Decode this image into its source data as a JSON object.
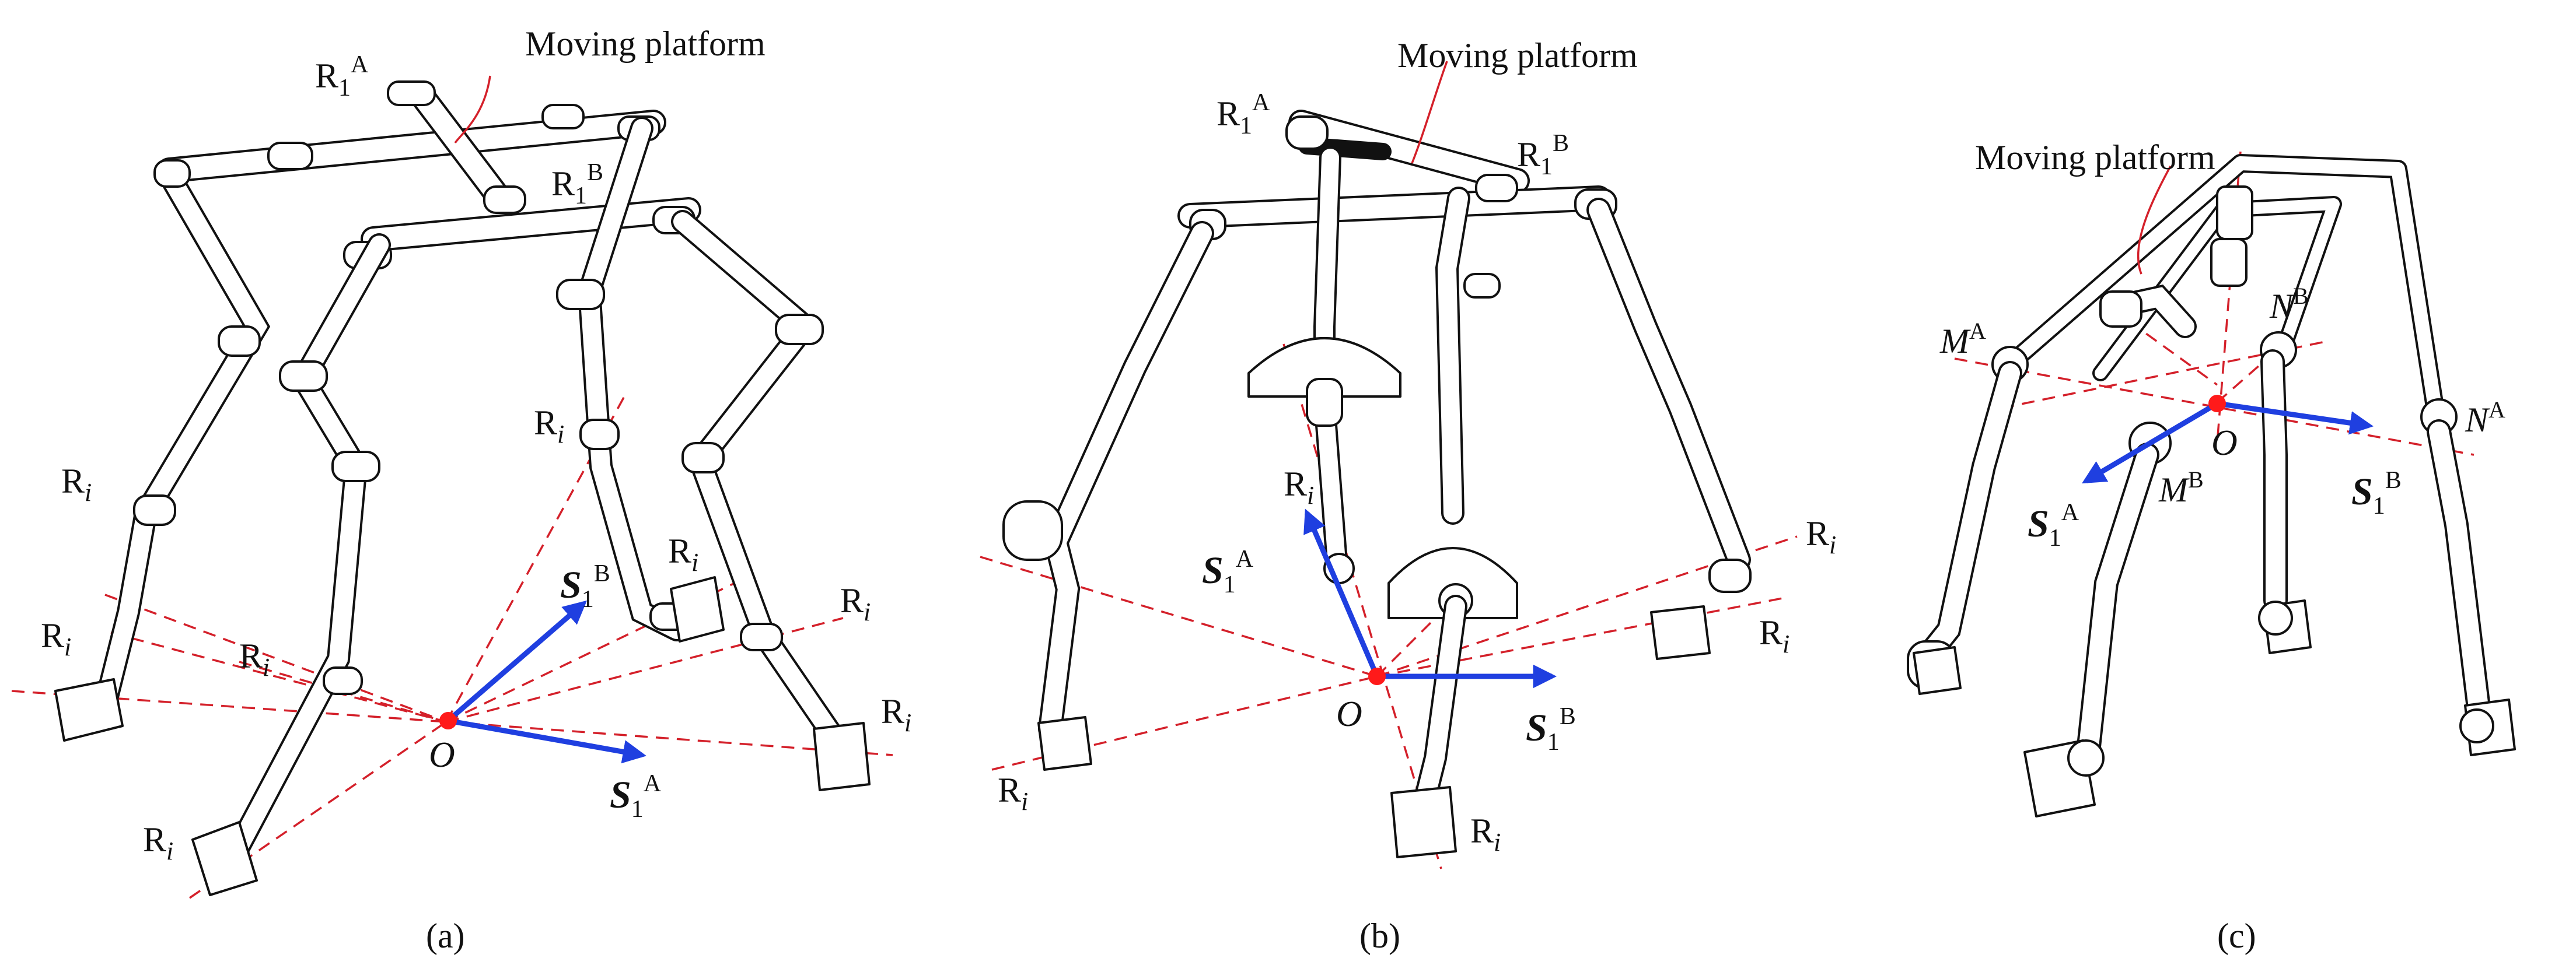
{
  "panels": [
    {
      "caption": "(a)",
      "platform_label": "Moving platform",
      "joint_top_A": {
        "base": "R",
        "sub": "1",
        "sup": "A"
      },
      "joint_top_B": {
        "base": "R",
        "sub": "1",
        "sup": "B"
      },
      "joint_generic": {
        "base": "R",
        "sub": "i"
      },
      "origin": "O",
      "vector_A": {
        "base": "S",
        "sub": "1",
        "sup": "A"
      },
      "vector_B": {
        "base": "S",
        "sub": "1",
        "sup": "B"
      }
    },
    {
      "caption": "(b)",
      "platform_label": "Moving platform",
      "joint_top_A": {
        "base": "R",
        "sub": "1",
        "sup": "A"
      },
      "joint_top_B": {
        "base": "R",
        "sub": "1",
        "sup": "B"
      },
      "joint_generic": {
        "base": "R",
        "sub": "i"
      },
      "origin": "O",
      "vector_A": {
        "base": "S",
        "sub": "1",
        "sup": "A"
      },
      "vector_B": {
        "base": "S",
        "sub": "1",
        "sup": "B"
      }
    },
    {
      "caption": "(c)",
      "platform_label": "Moving platform",
      "joint_MA": {
        "base": "M",
        "sup": "A"
      },
      "joint_NB": {
        "base": "N",
        "sup": "B"
      },
      "joint_MB": {
        "base": "M",
        "sup": "B"
      },
      "joint_NA": {
        "base": "N",
        "sup": "A"
      },
      "origin": "O",
      "vector_A": {
        "base": "S",
        "sub": "1",
        "sup": "A"
      },
      "vector_B": {
        "base": "S",
        "sub": "1",
        "sup": "B"
      }
    }
  ],
  "colors": {
    "axis_lines": "#d4202a",
    "vectors": "#1f3fe0",
    "origin_point": "#ff1a1a",
    "mechanism_outline": "#111111"
  }
}
